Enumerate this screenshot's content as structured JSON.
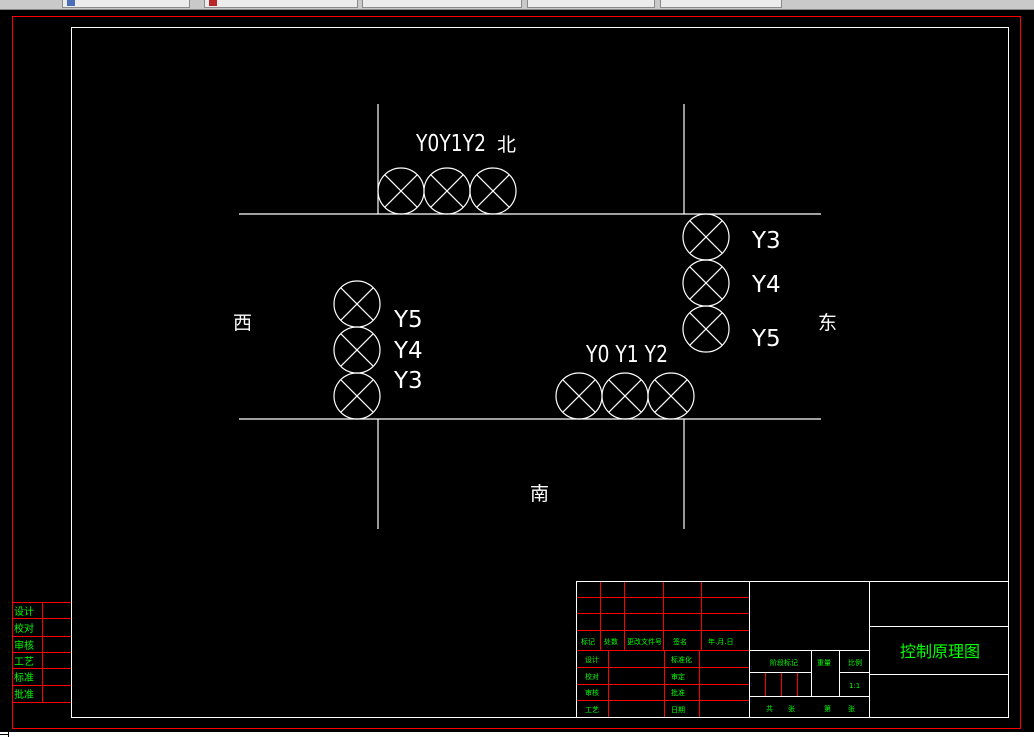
{
  "colors": {
    "background": "#000000",
    "sheet_border": "#ff0000",
    "frame": "#ffffff",
    "title_block_text": "#00ff00",
    "title_block_grid": "#ff0000"
  },
  "tabs": [
    {
      "label": "",
      "icon": "document-icon"
    },
    {
      "label": "",
      "icon": "document-icon"
    },
    {
      "label": "",
      "icon": "document-icon"
    },
    {
      "label": "",
      "icon": "document-icon"
    },
    {
      "label": "",
      "icon": "document-icon"
    }
  ],
  "diagram": {
    "direction_labels": {
      "north": "北",
      "south": "南",
      "east": "东",
      "west": "西"
    },
    "north_group_label": "Y0Y1Y2",
    "south_group_label": "Y0 Y1 Y2",
    "east_lights": [
      "Y3",
      "Y4",
      "Y5"
    ],
    "west_lights": [
      "Y5",
      "Y4",
      "Y3"
    ]
  },
  "left_strip": {
    "labels": [
      "设计",
      "校对",
      "审核",
      "工艺",
      "标准",
      "批准"
    ]
  },
  "title_block": {
    "title": "控制原理图",
    "revision_headers": [
      "标记",
      "处数",
      "更改文件号",
      "签名",
      "年.月.日"
    ],
    "sign_rows_left": [
      "设计",
      "校对",
      "审核",
      "工艺"
    ],
    "sign_rows_mid": [
      "标准化",
      "审定",
      "批准",
      "日期"
    ],
    "stage_labels": [
      "阶段标记",
      "重量",
      "比例"
    ],
    "scale_value": "1:1",
    "sheet_labels": [
      "共",
      "张",
      "第",
      "张"
    ]
  }
}
